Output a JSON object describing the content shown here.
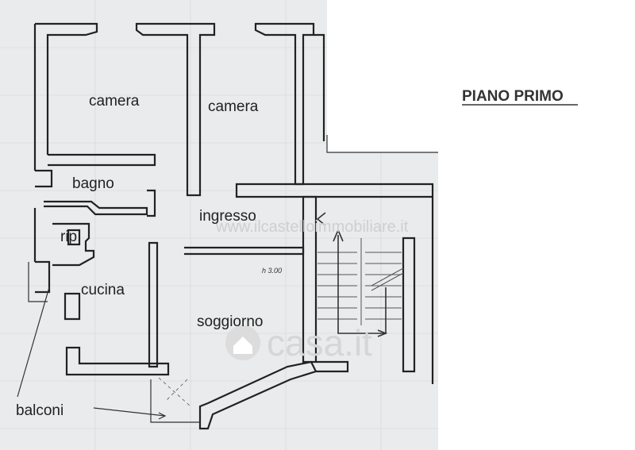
{
  "header": {
    "title": "PIANO PRIMO"
  },
  "rooms": {
    "camera_left": "camera",
    "camera_right": "camera",
    "bagno": "bagno",
    "ingresso": "ingresso",
    "ripostiglio": "rip.",
    "cucina": "cucina",
    "soggiorno": "soggiorno"
  },
  "annotations": {
    "height_note": "h 3.00",
    "balconi": "balconi"
  },
  "watermark": {
    "url": "www.ilcastelloimmobiliare.it",
    "logo": "casa.it"
  },
  "colors": {
    "background": "#ffffff",
    "paper": "#e9ebec",
    "ink": "#222222"
  }
}
